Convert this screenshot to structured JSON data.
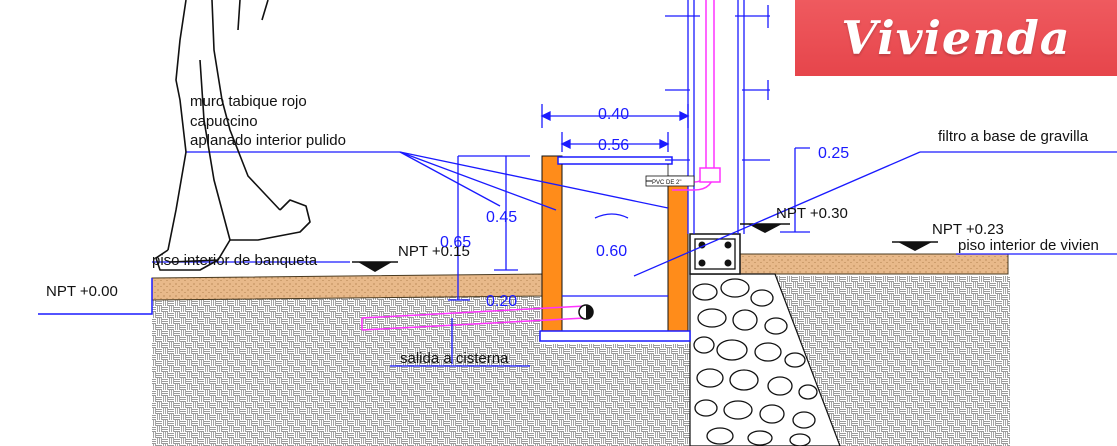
{
  "brand": {
    "text": "Vivienda",
    "color": "#e84a50"
  },
  "labels": {
    "wall_line1": "muro tabique rojo",
    "wall_line2": "capuccino",
    "wall_line3": "aplanado interior pulido",
    "filter": "filtro a base de gravilla",
    "sidewalk_floor": "piso interior de banqueta",
    "house_floor": "piso interior de vivien",
    "outlet": "salida a cisterna",
    "pipe": "PVC DE 2\""
  },
  "levels": {
    "npt_000": "NPT +0.00",
    "npt_015": "NPT +0.15",
    "npt_023": "NPT +0.23",
    "npt_030": "NPT +0.30"
  },
  "dimensions": {
    "d_040": "0.40",
    "d_056": "0.56",
    "d_025": "0.25",
    "d_045": "0.45",
    "d_065": "0.65",
    "d_060": "0.60",
    "d_020": "0.20"
  },
  "colors": {
    "dimension": "#1a1aff",
    "masonry": "#ff8c1a",
    "fill": "#e8b98a",
    "pipe": "#ff33ff",
    "hatch": "#9a9a9a"
  }
}
